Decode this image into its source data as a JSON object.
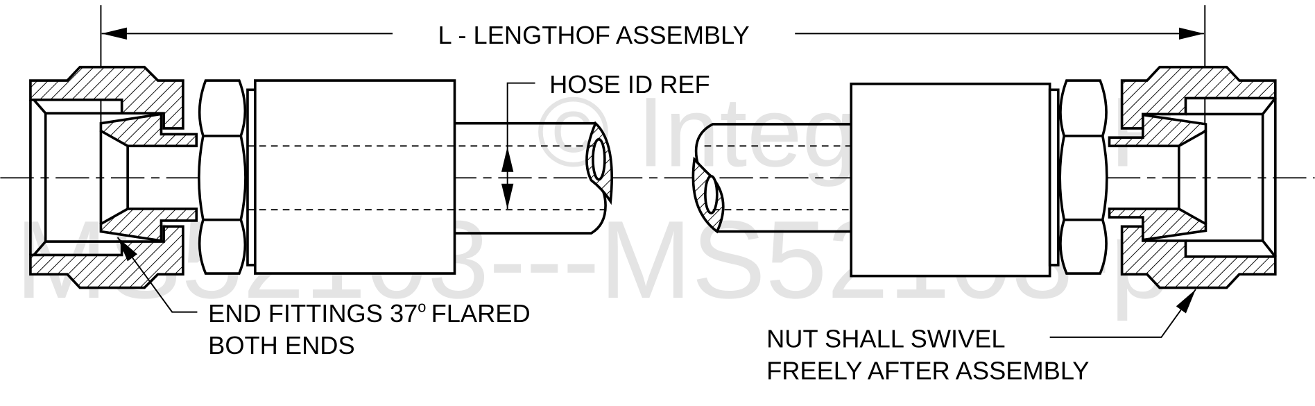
{
  "drawing": {
    "watermark_line1": "© Integrated P",
    "watermark_line2": "MS52103---MS52103-p",
    "dimension_label": "L - LENGTHOF ASSEMBLY",
    "hose_id_label": "HOSE ID REF",
    "end_fittings_label_pre": "END FITTINGS 37",
    "end_fittings_degree": "o",
    "end_fittings_label_post": "FLARED",
    "end_fittings_label_line2": "BOTH ENDS",
    "nut_label_line1": "NUT SHALL SWIVEL",
    "nut_label_line2": "FREELY AFTER ASSEMBLY"
  }
}
